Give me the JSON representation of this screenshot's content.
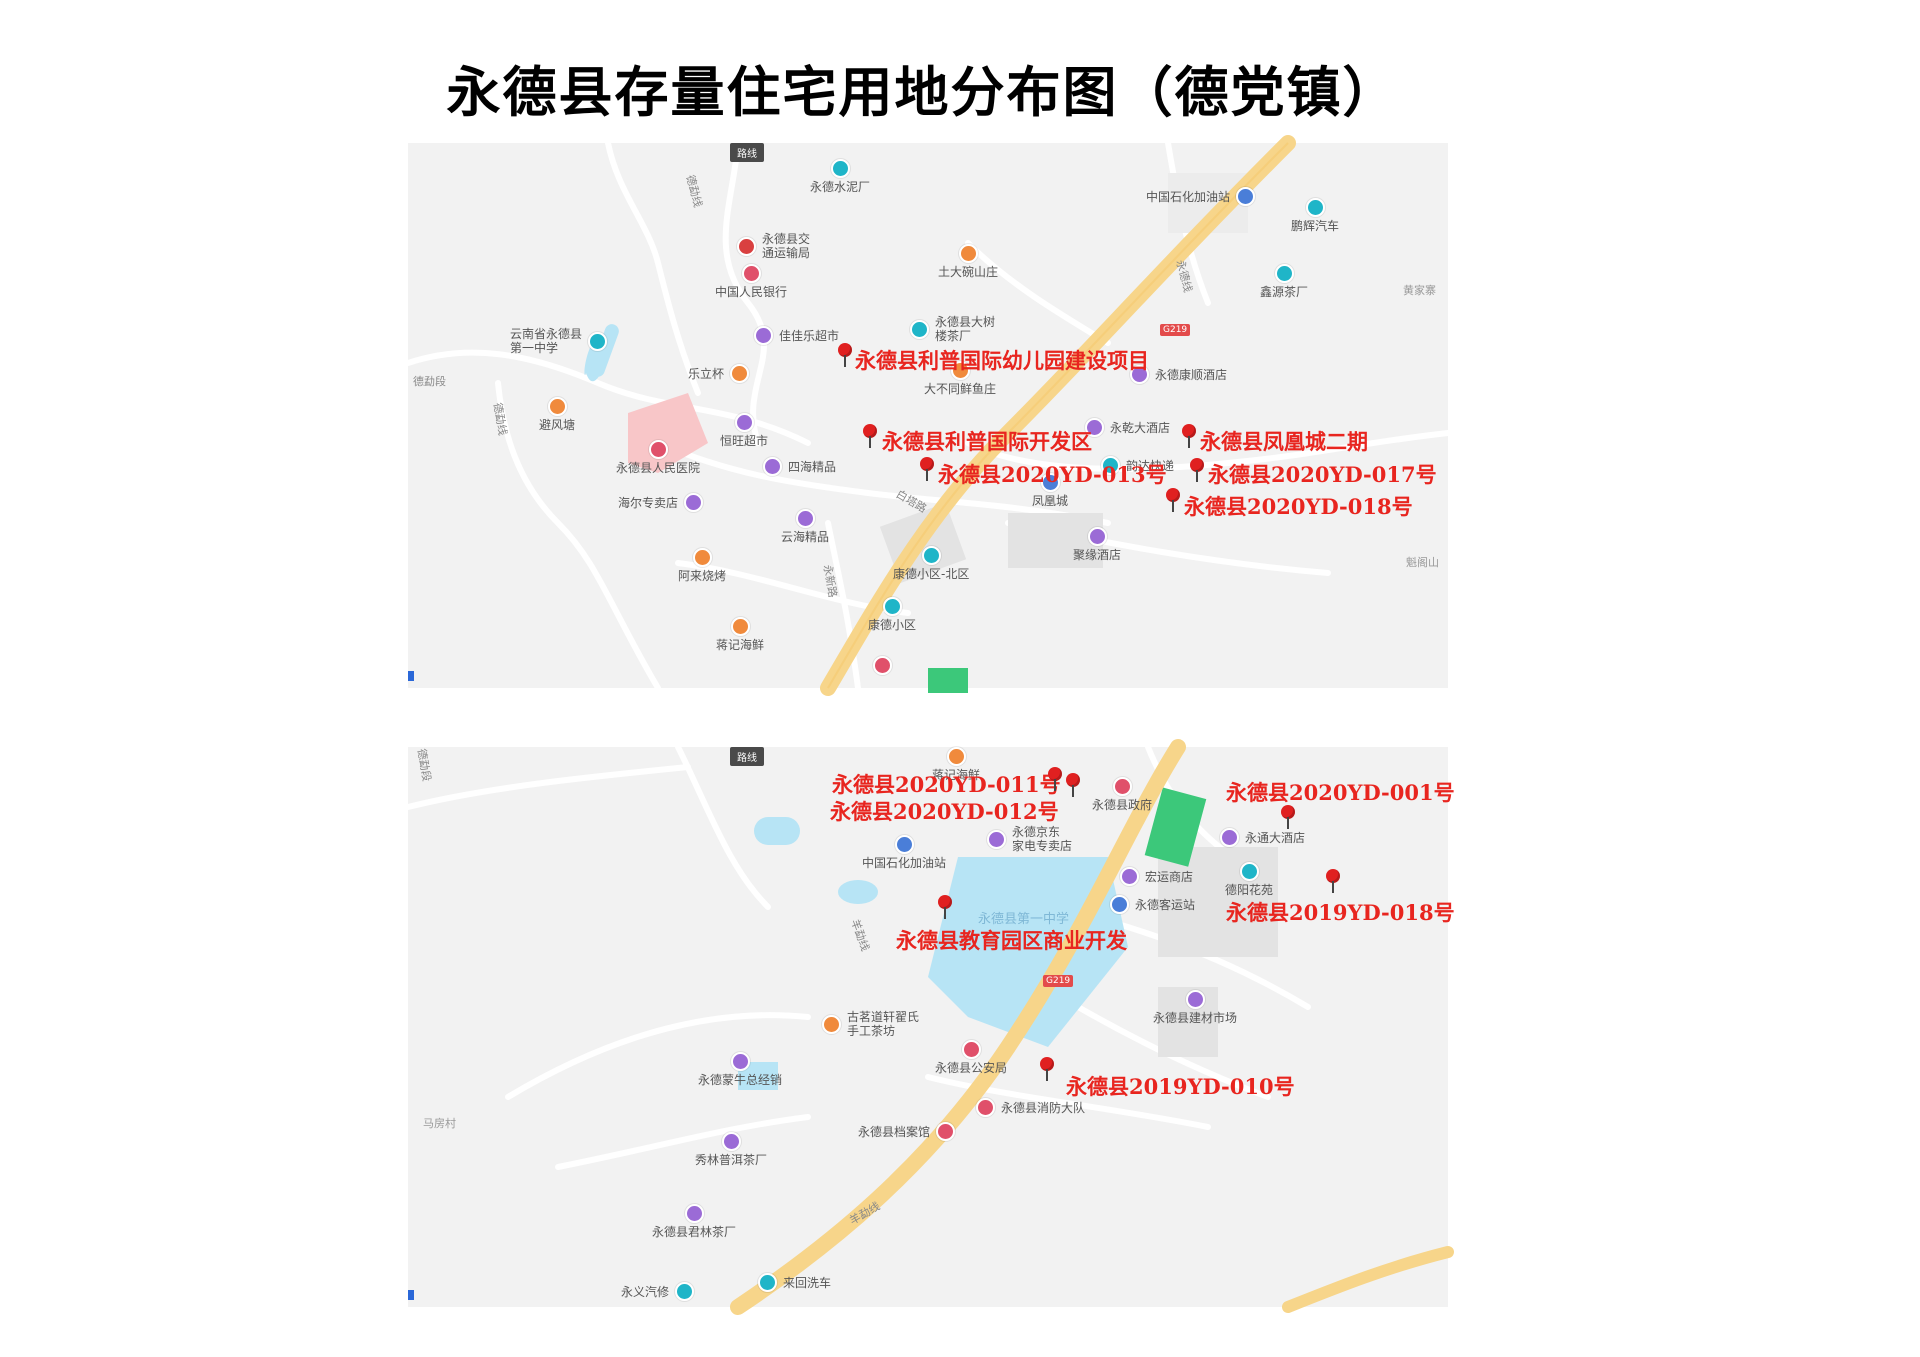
{
  "title": "永德县存量住宅用地分布图（德党镇）",
  "colors": {
    "site_label": "#e8251f",
    "pin": "#e02020",
    "highway": "#f7d58a",
    "map_bg": "#f2f2f2"
  },
  "maps": [
    {
      "id": "top",
      "badge": "路线",
      "highway_tag": "G219",
      "places": [
        "黄家寨",
        "魁阁山"
      ],
      "roads": [
        "德勐线",
        "德勐段",
        "德勐线",
        "白塔路",
        "永新路",
        "永德线"
      ],
      "pois": [
        {
          "label": "永德水泥厂",
          "color": "#1fb5c8"
        },
        {
          "label": "中国石化加油站",
          "color": "#4a7ed8"
        },
        {
          "label": "鹏辉汽车",
          "color": "#1fb5c8"
        },
        {
          "label": "永德县交\n通运输局",
          "color": "#d94040"
        },
        {
          "label": "土大碗山庄",
          "color": "#f08a3c"
        },
        {
          "label": "鑫源茶厂",
          "color": "#1fb5c8"
        },
        {
          "label": "中国人民银行",
          "color": "#e0506a"
        },
        {
          "label": "永德县大树\n楼茶厂",
          "color": "#1fb5c8"
        },
        {
          "label": "云南省永德县\n第一中学",
          "color": "#1fb5c8"
        },
        {
          "label": "佳佳乐超市",
          "color": "#9b6bd6"
        },
        {
          "label": "乐立杯",
          "color": "#f08a3c"
        },
        {
          "label": "永德康顺酒店",
          "color": "#9b6bd6"
        },
        {
          "label": "大不同鲜鱼庄",
          "color": "#f08a3c"
        },
        {
          "label": "避风塘",
          "color": "#f08a3c"
        },
        {
          "label": "恒旺超市",
          "color": "#9b6bd6"
        },
        {
          "label": "永乾大酒店",
          "color": "#9b6bd6"
        },
        {
          "label": "永德县人民医院",
          "color": "#e0506a"
        },
        {
          "label": "四海精品",
          "color": "#9b6bd6"
        },
        {
          "label": "韵达快递",
          "color": "#1fb5c8"
        },
        {
          "label": "凤凰城",
          "color": "#4a7ed8"
        },
        {
          "label": "海尔专卖店",
          "color": "#9b6bd6"
        },
        {
          "label": "云海精品",
          "color": "#9b6bd6"
        },
        {
          "label": "聚缘酒店",
          "color": "#9b6bd6"
        },
        {
          "label": "阿来烧烤",
          "color": "#f08a3c"
        },
        {
          "label": "康德小区-北区",
          "color": "#1fb5c8"
        },
        {
          "label": "康德小区",
          "color": "#1fb5c8"
        },
        {
          "label": "蒋记海鲜",
          "color": "#f08a3c"
        }
      ],
      "sites": [
        {
          "label": "永德县利普国际幼儿园建设项目"
        },
        {
          "label": "永德县利普国际开发区"
        },
        {
          "label": "永德县凤凰城二期"
        },
        {
          "label": "永德县2020YD-013号"
        },
        {
          "label": "永德县2020YD-017号"
        },
        {
          "label": "永德县2020YD-018号"
        }
      ]
    },
    {
      "id": "bottom",
      "badge": "路线",
      "highway_tag": "G219",
      "places": [
        "马房村"
      ],
      "roads": [
        "德勐段",
        "羊勐线",
        "羊勐线"
      ],
      "pois": [
        {
          "label": "蒋记海鲜",
          "color": "#f08a3c"
        },
        {
          "label": "永德县政府",
          "color": "#e0506a"
        },
        {
          "label": "永德京东\n家电专卖店",
          "color": "#9b6bd6"
        },
        {
          "label": "中国石化加油站",
          "color": "#4a7ed8"
        },
        {
          "label": "永通大酒店",
          "color": "#9b6bd6"
        },
        {
          "label": "宏运商店",
          "color": "#9b6bd6"
        },
        {
          "label": "德阳花苑",
          "color": "#1fb5c8"
        },
        {
          "label": "永德县第一中学",
          "color": "#1fb5c8"
        },
        {
          "label": "永德客运站",
          "color": "#4a7ed8"
        },
        {
          "label": "古茗道轩翟氏\n手工茶坊",
          "color": "#f08a3c"
        },
        {
          "label": "永德县建材市场",
          "color": "#9b6bd6"
        },
        {
          "label": "永德县公安局",
          "color": "#e0506a"
        },
        {
          "label": "永德蒙牛总经销",
          "color": "#9b6bd6"
        },
        {
          "label": "永德县消防大队",
          "color": "#e0506a"
        },
        {
          "label": "永德县档案馆",
          "color": "#e0506a"
        },
        {
          "label": "秀林普洱茶厂",
          "color": "#9b6bd6"
        },
        {
          "label": "永德县君林茶厂",
          "color": "#9b6bd6"
        },
        {
          "label": "来回洗车",
          "color": "#1fb5c8"
        },
        {
          "label": "永义汽修",
          "color": "#1fb5c8"
        }
      ],
      "sites": [
        {
          "label": "永德县2020YD-011号"
        },
        {
          "label": "永德县2020YD-012号"
        },
        {
          "label": "永德县2020YD-001号"
        },
        {
          "label": "永德县2019YD-018号"
        },
        {
          "label": "永德县教育园区商业开发"
        },
        {
          "label": "永德县2019YD-010号"
        }
      ]
    }
  ]
}
